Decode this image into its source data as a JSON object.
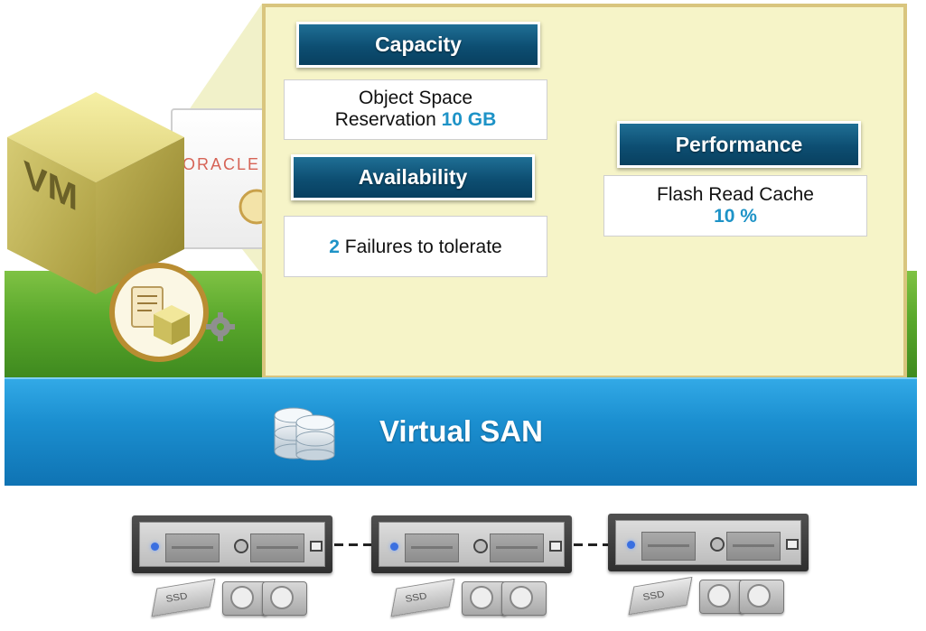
{
  "diagram": {
    "vm_label": "VM",
    "oracle_label": "ORACLE",
    "san_label": "Virtual SAN",
    "ssd_label": "SSD",
    "capacity": {
      "header": "Capacity",
      "line1": "Object Space",
      "line2_prefix": "Reservation ",
      "value": "10 GB"
    },
    "availability": {
      "header": "Availability",
      "value": "2",
      "suffix": " Failures to tolerate"
    },
    "performance": {
      "header": "Performance",
      "line1": "Flash Read Cache",
      "value": "10 %"
    }
  },
  "colors": {
    "highlight": "#1e93c7",
    "panel": "#f6f4c8",
    "san": "#1b8fd0",
    "green": "#5aa82c",
    "header": "#0d4e72"
  }
}
